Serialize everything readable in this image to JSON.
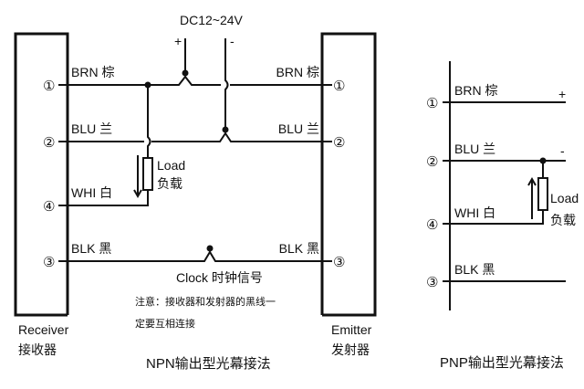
{
  "npn": {
    "supply": "DC12~24V",
    "plus": "+",
    "minus": "-",
    "receiver": {
      "label_en": "Receiver",
      "label_cn": "接收器"
    },
    "emitter": {
      "label_en": "Emitter",
      "label_cn": "发射器"
    },
    "wires": [
      {
        "num": "①",
        "label": "BRN 棕"
      },
      {
        "num": "②",
        "label": "BLU 兰"
      },
      {
        "num": "④",
        "label": "WHI 白"
      },
      {
        "num": "③",
        "label": "BLK 黑"
      }
    ],
    "emitter_wires": [
      {
        "num": "①",
        "label": "BRN 棕"
      },
      {
        "num": "②",
        "label": "BLU 兰"
      },
      {
        "num": "③",
        "label": "BLK 黑"
      }
    ],
    "load_en": "Load",
    "load_cn": "负载",
    "clock": "Clock 时钟信号",
    "note_line1": "注意：接收器和发射器的黑线一",
    "note_line2": "定要互相连接",
    "title": "NPN输出型光幕接法"
  },
  "pnp": {
    "wires": [
      {
        "num": "①",
        "label": "BRN 棕"
      },
      {
        "num": "②",
        "label": "BLU 兰"
      },
      {
        "num": "④",
        "label": "WHI 白"
      },
      {
        "num": "③",
        "label": "BLK 黑"
      }
    ],
    "plus": "+",
    "minus": "-",
    "load_en": "Load",
    "load_cn": "负载",
    "title": "PNP输出型光幕接法"
  }
}
